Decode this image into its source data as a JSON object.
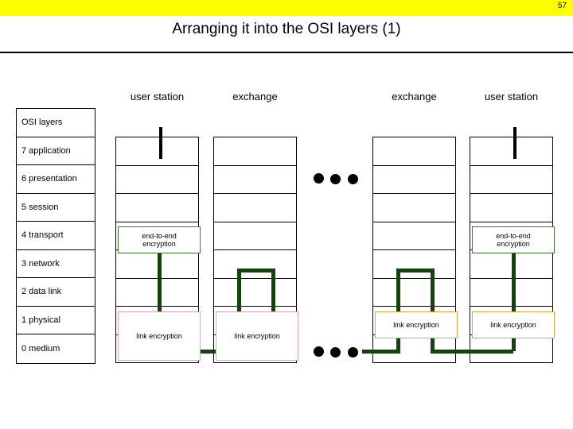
{
  "slide": {
    "number": "57",
    "title": "Arranging it into the OSI layers (1)"
  },
  "columns": [
    {
      "label": "user station"
    },
    {
      "label": "exchange"
    },
    {
      "label": "exchange"
    },
    {
      "label": "user station"
    }
  ],
  "legend": {
    "header": "OSI layers",
    "items": [
      "7 application",
      "6 presentation",
      "5 session",
      "4 transport",
      "3 network",
      "2 data link",
      "1 physical",
      "0 medium"
    ]
  },
  "annotations": {
    "end_to_end_left": "end-to-end\nencryption",
    "end_to_end_left_line1": "end-to-end",
    "end_to_end_left_line2": "encryption",
    "end_to_end_right_line1": "end-to-end",
    "end_to_end_right_line2": "encryption",
    "link_encryption_1": "link encryption",
    "link_encryption_2": "link encryption",
    "link_encryption_3": "link encryption",
    "link_encryption_4": "link encryption"
  },
  "colors": {
    "header_band": "#ffff00",
    "path_green": "#2f7d1f",
    "path_outline": "#14420d",
    "e2e_box_border": "#3a7d2c",
    "link_box_border_pink": "#e8a0b0",
    "link_box_border_orange": "#e8a33a",
    "text": "#000000"
  },
  "ellipsis": {
    "upper": "three-dots",
    "lower": "three-dots"
  }
}
